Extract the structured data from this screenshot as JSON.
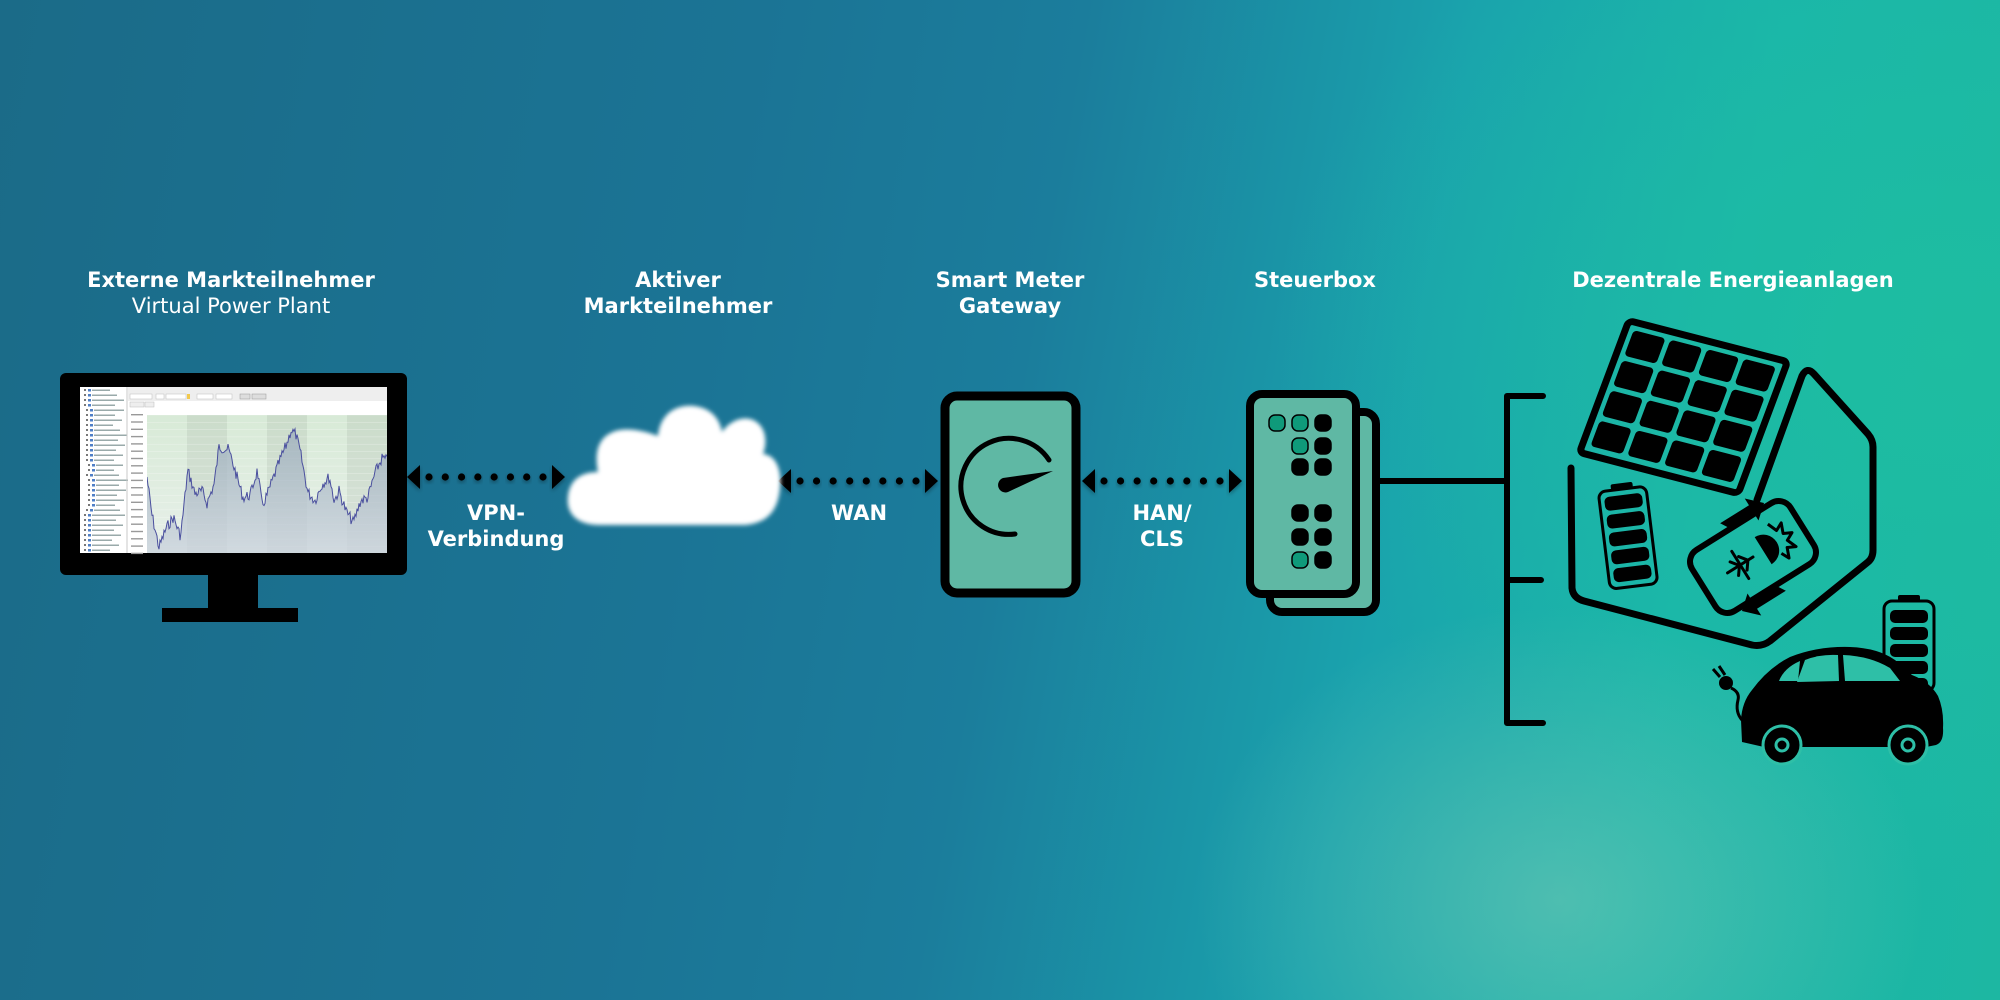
{
  "nodes": [
    {
      "id": "externe",
      "title": "Externe Markteilnehmer",
      "subtitle": "Virtual Power Plant"
    },
    {
      "id": "aktiver",
      "title_lines": [
        "Aktiver",
        "Markteilnehmer"
      ]
    },
    {
      "id": "smgw",
      "title_lines": [
        "Smart Meter",
        "Gateway"
      ]
    },
    {
      "id": "steuerbox",
      "title": "Steuerbox"
    },
    {
      "id": "dezentrale",
      "title": "Dezentrale Energieanlagen"
    }
  ],
  "connections": [
    {
      "from": "externe",
      "to": "aktiver",
      "label_lines": [
        "VPN-",
        "Verbindung"
      ],
      "style": "dotted-bidirectional"
    },
    {
      "from": "aktiver",
      "to": "smgw",
      "label_lines": [
        "WAN"
      ],
      "style": "dotted-bidirectional"
    },
    {
      "from": "smgw",
      "to": "steuerbox",
      "label_lines": [
        "HAN/",
        "CLS"
      ],
      "style": "dotted-bidirectional"
    },
    {
      "from": "steuerbox",
      "to": "dezentrale",
      "label_lines": [],
      "style": "solid"
    }
  ],
  "icons": {
    "externe": "monitor-icon",
    "aktiver": "cloud-icon",
    "smgw": "gauge-meter-icon",
    "steuerbox": "control-box-icon",
    "dezentrale": [
      "solar-house-icon",
      "house-battery-icon",
      "heat-pump-icon",
      "electric-car-icon",
      "car-battery-icon"
    ]
  },
  "steuerbox_leds": [
    [
      "green",
      "green",
      "black"
    ],
    [
      null,
      "green",
      "black"
    ],
    [
      null,
      "black",
      "black"
    ],
    [
      null,
      "black",
      "black"
    ],
    [
      null,
      "black",
      "black"
    ],
    [
      null,
      "green",
      "black"
    ]
  ],
  "colors": {
    "device_fill": "#5fb8a4",
    "led_green": "#0f9a7a",
    "outline": "#000000",
    "text": "#ffffff"
  }
}
